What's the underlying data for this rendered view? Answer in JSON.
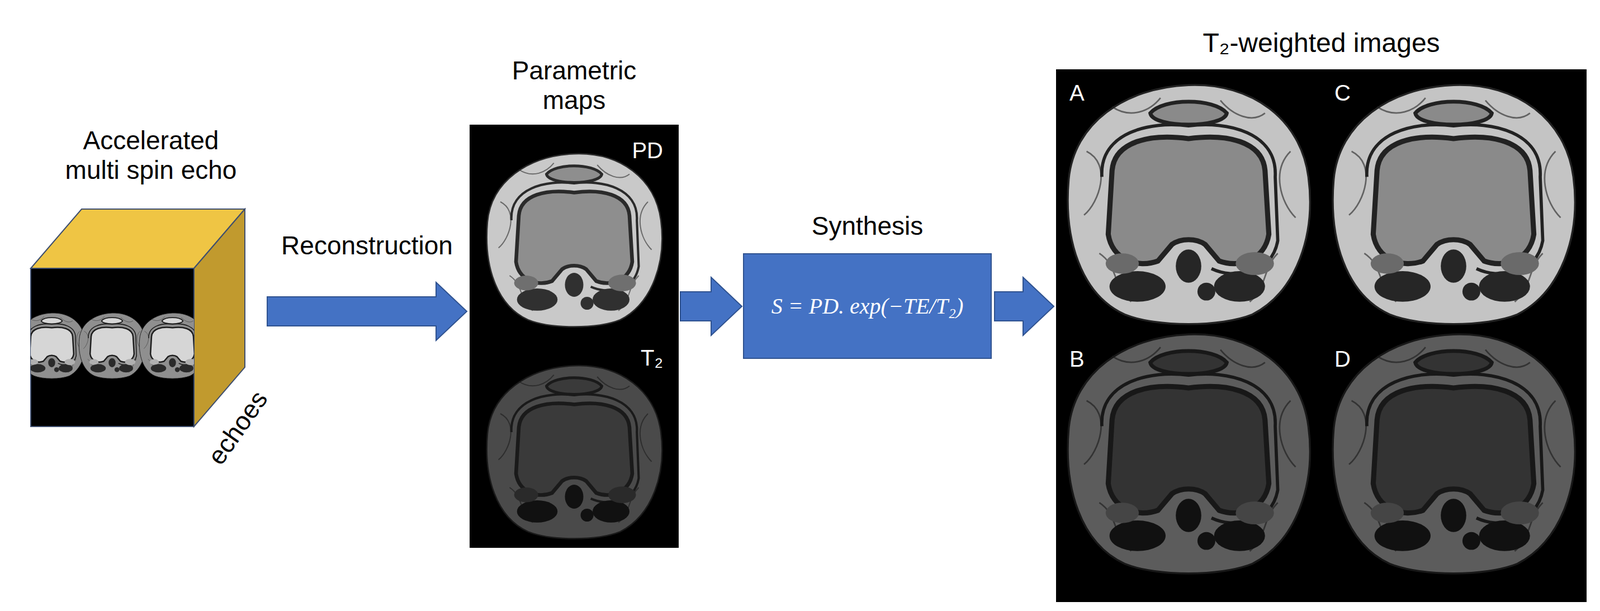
{
  "diagram": {
    "nodes": [
      {
        "text": [
          "Accelerated multi spin echo",
          "echoes"
        ]
      },
      {
        "text": [
          "Parametric maps"
        ]
      },
      {
        "text": [
          "PD"
        ],
        "in": 1
      },
      {
        "text": [
          "T₂"
        ],
        "in": 1
      },
      {
        "text": [
          "Synthesis",
          "S = PD. exp(−TE/T₂)"
        ]
      },
      {
        "text": [
          "T₂-weighted images"
        ]
      },
      {
        "text": [
          "A"
        ],
        "in": 5
      },
      {
        "text": [
          "C"
        ],
        "in": 5
      },
      {
        "text": [
          "B"
        ],
        "in": 5
      },
      {
        "text": [
          "D"
        ],
        "in": 5
      }
    ],
    "edges": [
      {
        "from": 0,
        "to": 1,
        "arrow": "to",
        "label": "Reconstruction"
      },
      {
        "from": 1,
        "to": 4,
        "arrow": "to"
      },
      {
        "from": 4,
        "to": 5,
        "arrow": "to"
      }
    ]
  }
}
